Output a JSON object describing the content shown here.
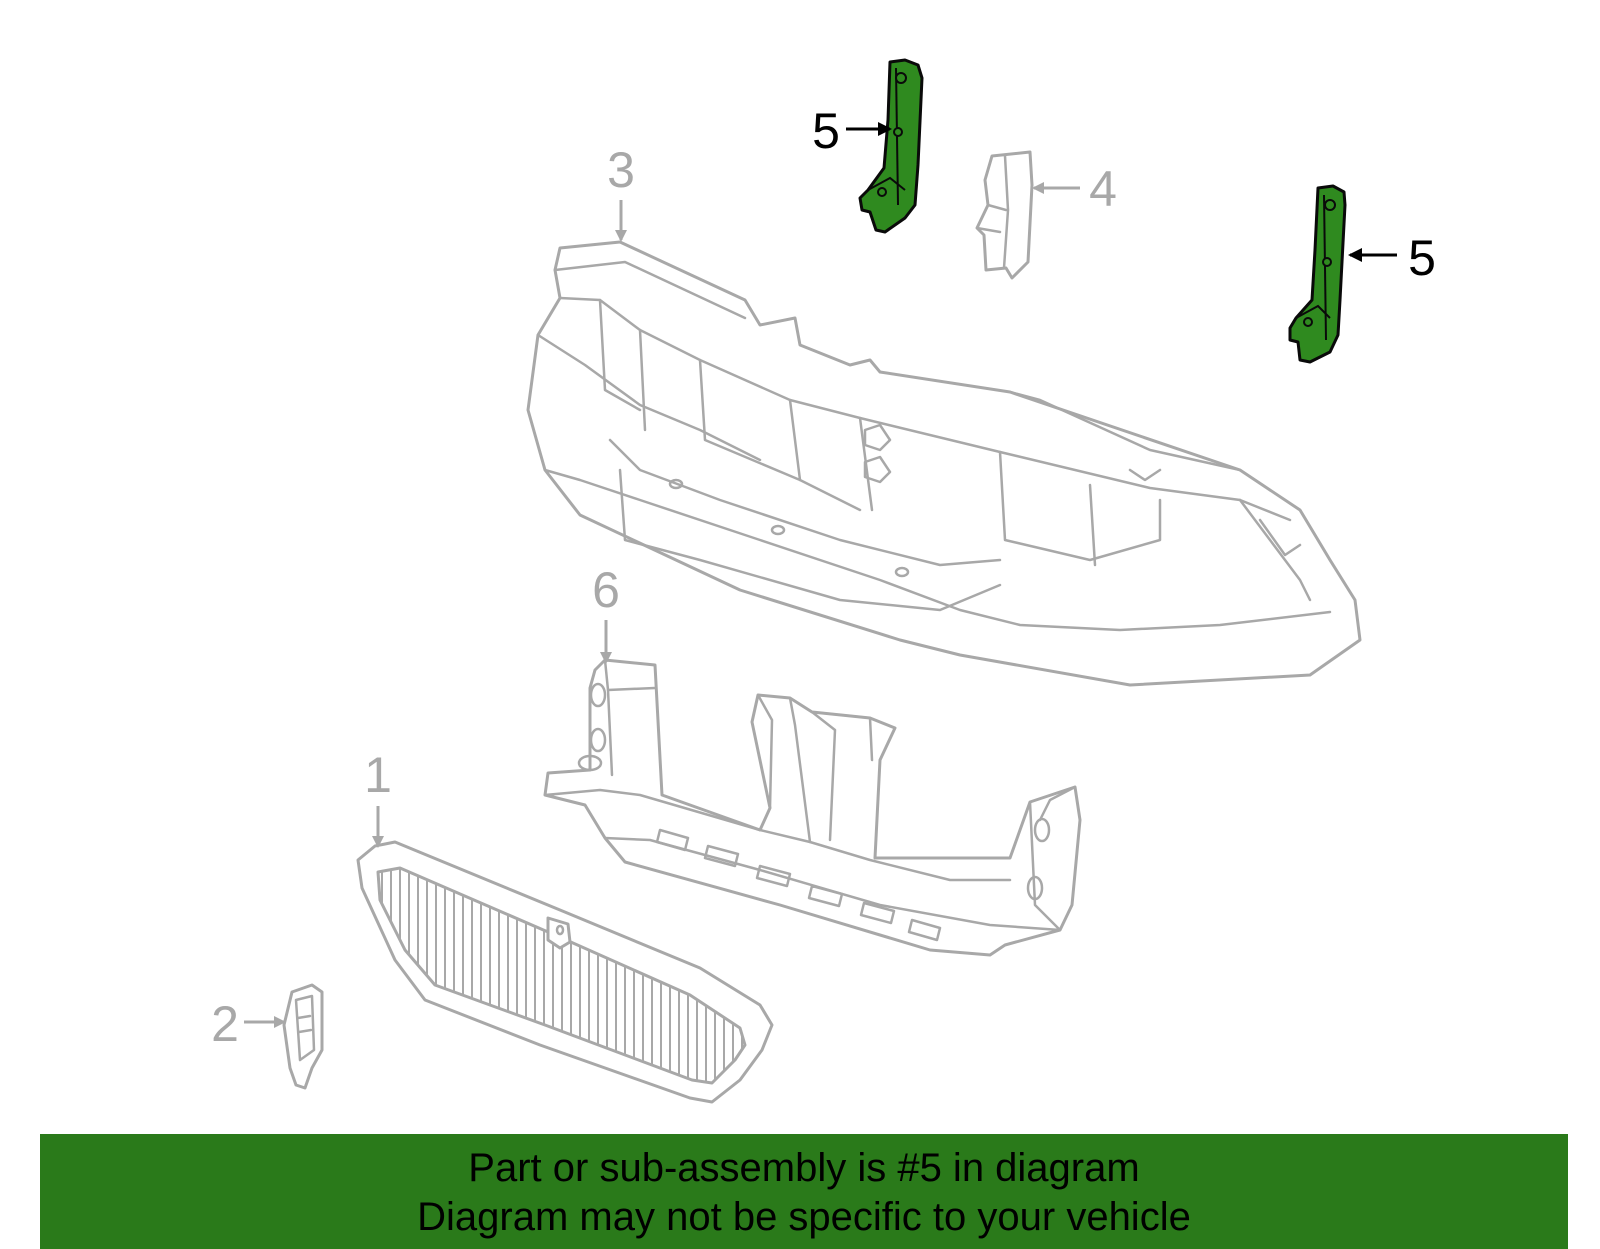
{
  "diagram": {
    "callouts": [
      {
        "id": "1",
        "label": "1",
        "highlighted": false
      },
      {
        "id": "2",
        "label": "2",
        "highlighted": false
      },
      {
        "id": "3",
        "label": "3",
        "highlighted": false
      },
      {
        "id": "4",
        "label": "4",
        "highlighted": false
      },
      {
        "id": "5a",
        "label": "5",
        "highlighted": true
      },
      {
        "id": "5b",
        "label": "5",
        "highlighted": true
      },
      {
        "id": "6",
        "label": "6",
        "highlighted": false
      }
    ],
    "colors": {
      "part_outline": "#a8a8a8",
      "highlight_fill": "#2f8a1f",
      "highlight_outline": "#0a0a0a",
      "banner_background": "#2a7a1a",
      "banner_text": "#000000"
    }
  },
  "banner": {
    "line1": "Part or sub-assembly is #5 in diagram",
    "line2": "Diagram may not be specific to your vehicle"
  }
}
